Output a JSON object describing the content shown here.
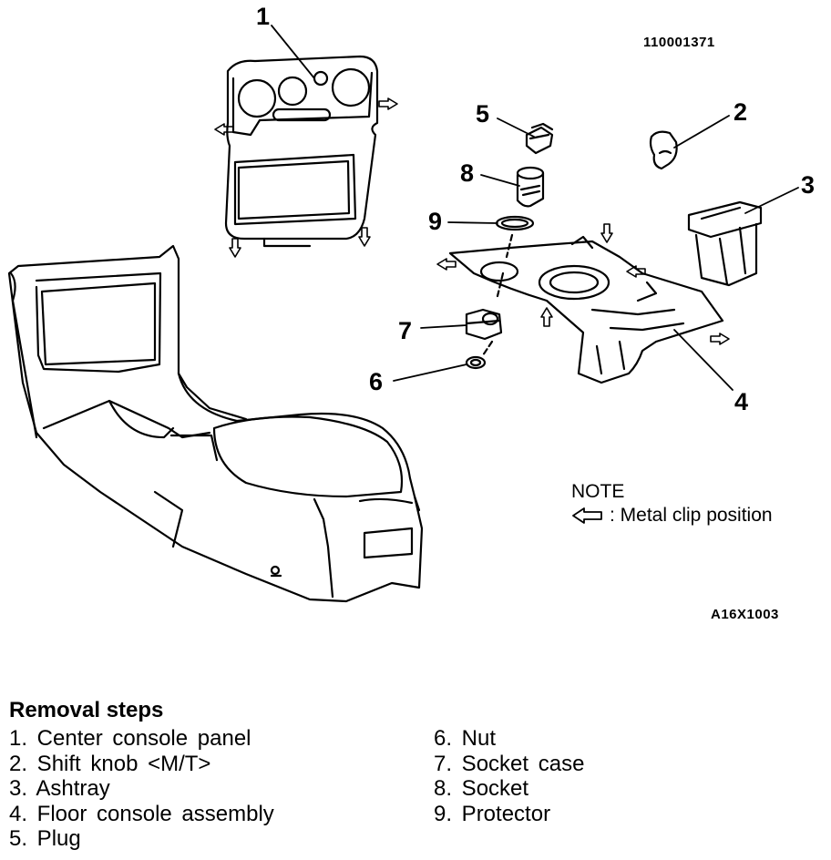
{
  "figure_code": "110001371",
  "drawing_code": "A16X1003",
  "callouts": [
    "1",
    "2",
    "3",
    "4",
    "5",
    "6",
    "7",
    "8",
    "9"
  ],
  "note": {
    "title": "NOTE",
    "legend_text": ": Metal clip position",
    "legend_icon": "hollow-arrow-icon"
  },
  "removal": {
    "title": "Removal  steps",
    "left_column": [
      "1.  Center  console  panel",
      "2.  Shift  knob  <M/T>",
      "3.  Ashtray",
      "4.  Floor  console  assembly",
      "5.  Plug"
    ],
    "right_column": [
      "6.  Nut",
      "7.  Socket  case",
      "8.  Socket",
      "9.  Protector"
    ]
  }
}
